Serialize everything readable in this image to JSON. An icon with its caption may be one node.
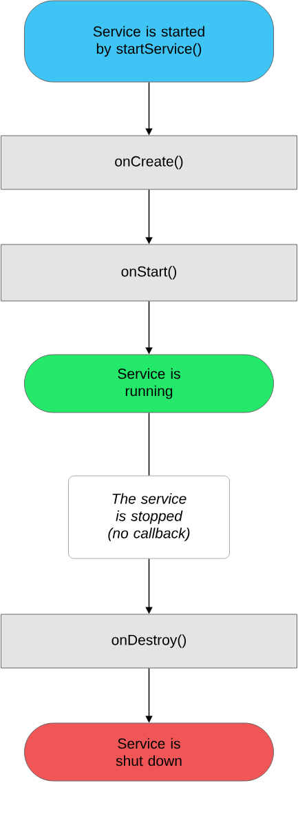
{
  "diagram": {
    "nodes": [
      {
        "text": [
          "Service is started by startService()"
        ]
      },
      {
        "text": [
          "onCreate()"
        ]
      },
      {
        "text": [
          "onStart()"
        ]
      },
      {
        "text": [
          "Service is running"
        ]
      },
      {
        "text": [
          "The service is stopped (no callback)"
        ]
      },
      {
        "text": [
          "onDestroy()"
        ]
      },
      {
        "text": [
          "Service is shut down"
        ]
      }
    ],
    "edges": [
      {
        "from": 0,
        "to": 1,
        "arrow": "to"
      },
      {
        "from": 1,
        "to": 2,
        "arrow": "to"
      },
      {
        "from": 2,
        "to": 3,
        "arrow": "to"
      },
      {
        "from": 3,
        "to": 4,
        "arrow": "none"
      },
      {
        "from": 4,
        "to": 5,
        "arrow": "to"
      },
      {
        "from": 5,
        "to": 6,
        "arrow": "to"
      }
    ]
  }
}
